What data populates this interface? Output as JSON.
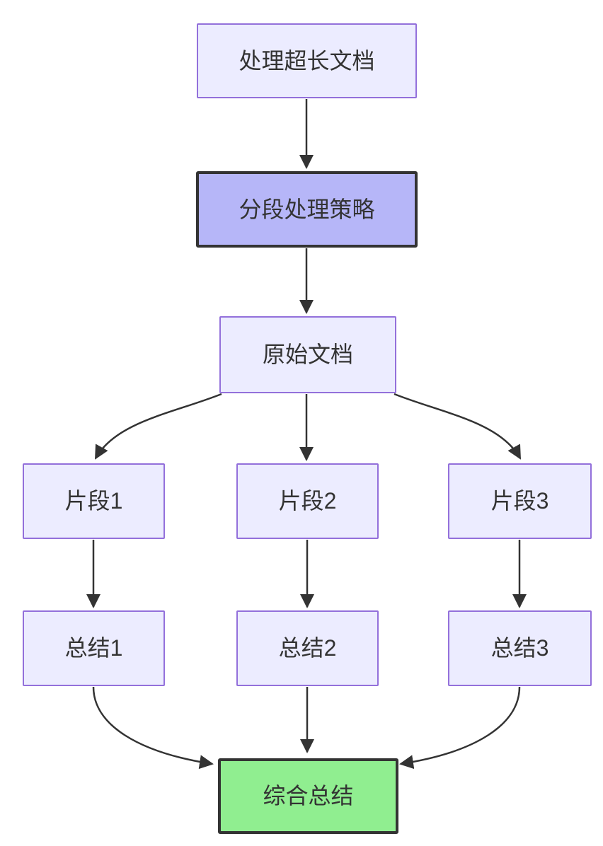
{
  "diagram": {
    "type": "flowchart",
    "direction": "top-down",
    "colors": {
      "node_fill": "#ECECFF",
      "node_border": "#9370DB",
      "strategy_fill": "#B6B6F8",
      "strategy_border": "#333333",
      "result_fill": "#90EE90",
      "result_border": "#333333",
      "edge": "#333333",
      "text": "#333333",
      "background": "#FFFFFF"
    },
    "nodes": {
      "source": {
        "label": "处理超长文档"
      },
      "strategy": {
        "label": "分段处理策略"
      },
      "original": {
        "label": "原始文档"
      },
      "seg1": {
        "label": "片段1"
      },
      "seg2": {
        "label": "片段2"
      },
      "seg3": {
        "label": "片段3"
      },
      "sum1": {
        "label": "总结1"
      },
      "sum2": {
        "label": "总结2"
      },
      "sum3": {
        "label": "总结3"
      },
      "final": {
        "label": "综合总结"
      }
    },
    "edges": [
      {
        "from": "source",
        "to": "strategy"
      },
      {
        "from": "strategy",
        "to": "original"
      },
      {
        "from": "original",
        "to": "seg1"
      },
      {
        "from": "original",
        "to": "seg2"
      },
      {
        "from": "original",
        "to": "seg3"
      },
      {
        "from": "seg1",
        "to": "sum1"
      },
      {
        "from": "seg2",
        "to": "sum2"
      },
      {
        "from": "seg3",
        "to": "sum3"
      },
      {
        "from": "sum1",
        "to": "final"
      },
      {
        "from": "sum2",
        "to": "final"
      },
      {
        "from": "sum3",
        "to": "final"
      }
    ]
  }
}
